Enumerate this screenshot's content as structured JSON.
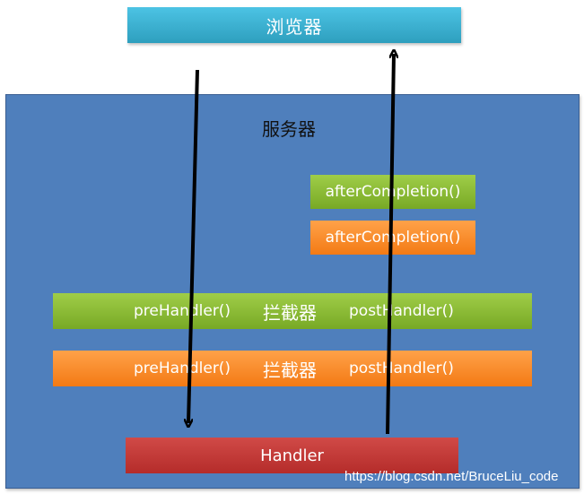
{
  "browser_label": "浏览器",
  "server_label": "服务器",
  "after_completion_green": "afterCompletion()",
  "after_completion_orange": "afterCompletion()",
  "interceptor_green": {
    "pre": "preHandler()",
    "name": "拦截器",
    "post": "postHandler()"
  },
  "interceptor_orange": {
    "pre": "preHandler()",
    "name": "拦截器",
    "post": "postHandler()"
  },
  "handler_label": "Handler",
  "watermark": "https://blog.csdn.net/BruceLiu_code",
  "colors": {
    "browser": "#2e9fbe",
    "server": "#4f7fbc",
    "green": "#78a925",
    "orange": "#f37a14",
    "handler": "#b52c2a"
  }
}
